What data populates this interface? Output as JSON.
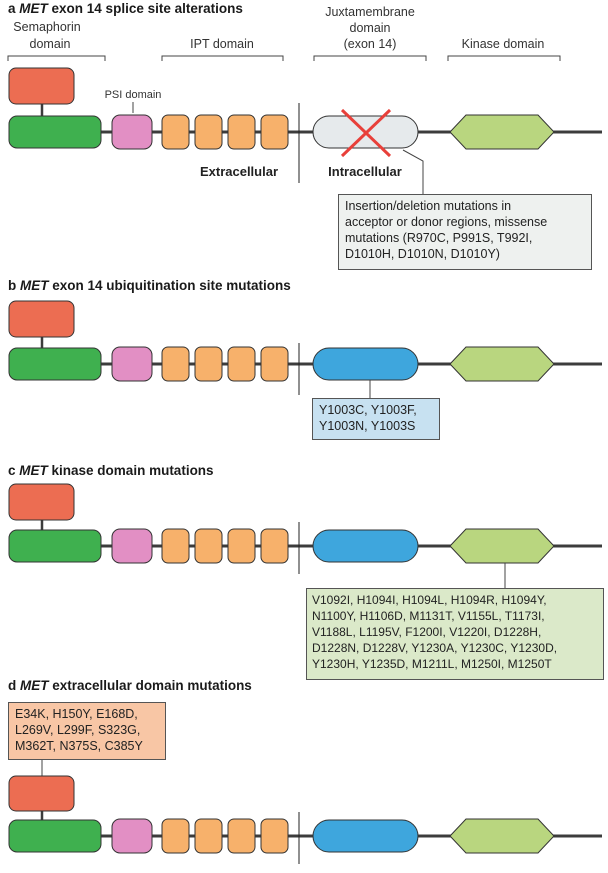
{
  "colors": {
    "sema_head": "#ec6d52",
    "sema_body": "#3fb04f",
    "psi": "#e28fc4",
    "ipt": "#f7b16b",
    "jm_a": "#e6eaec",
    "jm": "#3ea6dd",
    "kinase": "#b9d67f",
    "box_grey": "#eef1ef",
    "box_blue": "#c7e1f1",
    "box_green": "#dbe9c9",
    "box_orange": "#f8c6a5",
    "cross": "#e8403a"
  },
  "panels": {
    "a": {
      "letter": "a",
      "gene": "MET",
      "rest": " exon 14 splice site alterations"
    },
    "b": {
      "letter": "b",
      "gene": "MET",
      "rest": " exon 14 ubiquitination site mutations"
    },
    "c": {
      "letter": "c",
      "gene": "MET",
      "rest": " kinase domain mutations"
    },
    "d": {
      "letter": "d",
      "gene": "MET",
      "rest": " extracellular domain mutations"
    }
  },
  "domains": {
    "semaphorin": [
      "Semaphorin",
      "domain"
    ],
    "psi": "PSI domain",
    "ipt": "IPT domain",
    "juxtamembrane": [
      "Juxtamembrane",
      "domain",
      "(exon 14)"
    ],
    "kinase": "Kinase domain"
  },
  "regions": {
    "extracellular": "Extracellular",
    "intracellular": "Intracellular"
  },
  "notes": {
    "a": [
      "Insertion/deletion mutations in",
      "acceptor or donor regions, missense",
      "mutations (R970C, P991S, T992I,",
      "D1010H, D1010N, D1010Y)"
    ],
    "b": [
      "Y1003C, Y1003F,",
      "Y1003N, Y1003S"
    ],
    "c": [
      "V1092I, H1094I, H1094L, H1094R, H1094Y,",
      "N1100Y, H1106D, M1131T, V1155L, T1173I,",
      "V1188L, L1195V, F1200I, V1220I, D1228H,",
      "D1228N, D1228V, Y1230A, Y1230C, Y1230D,",
      "Y1230H, Y1235D, M1211L, M1250I, M1250T"
    ],
    "d": [
      "E34K, H150Y, E168D,",
      "L269V, L299F, S323G,",
      "M362T, N375S, C385Y"
    ]
  }
}
